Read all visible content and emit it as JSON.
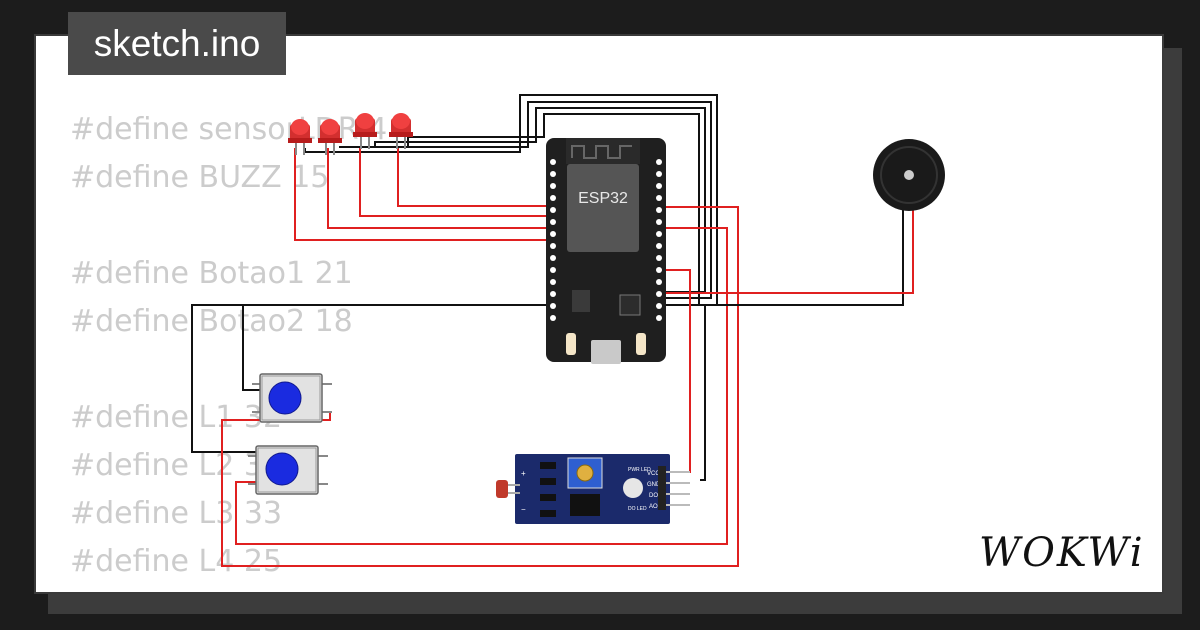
{
  "file_title": "sketch.ino",
  "code_lines": [
    "#define sensorLDR 4",
    "#define BUZZ 15",
    "",
    "#define Botao1 21",
    "#define Botao2 18",
    "",
    "#define L1 32",
    "#define L2 34",
    "#define L3 33",
    "#define L4 25"
  ],
  "board_label": "ESP32",
  "ldr_labels": {
    "vcc": "VCC",
    "gnd": "GND",
    "do": "DO",
    "ao": "AO",
    "pwr_led": "PWR LED",
    "do_led": "DO LED",
    "plus": "+",
    "minus": "−"
  },
  "brand": "WOKWi",
  "colors": {
    "wire_red": "#e02020",
    "wire_black": "#111111",
    "board": "#1f1f1f",
    "led": "#e53935",
    "button_cap": "#1a2be0",
    "module": "#1b2a6b"
  },
  "icons": [
    "esp32-board-icon",
    "led-icon",
    "pushbutton-icon",
    "buzzer-icon",
    "ldr-module-icon",
    "wokwi-logo-icon"
  ]
}
